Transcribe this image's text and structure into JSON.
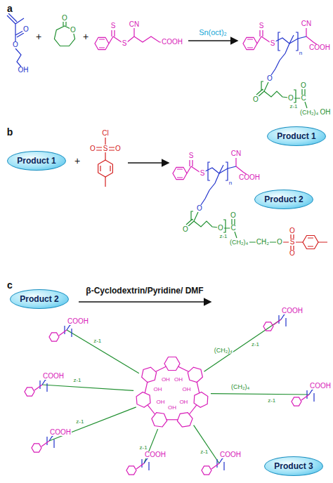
{
  "diagram": {
    "nodes": [
      {
        "text": [
          "Product 1"
        ]
      },
      {
        "text": [
          "Product 1"
        ]
      },
      {
        "text": [
          "Product 2"
        ]
      },
      {
        "text": [
          "Product 2"
        ]
      },
      {
        "text": [
          "Product 3"
        ]
      }
    ],
    "labels": [
      "a",
      "O",
      "O",
      "OH",
      "+",
      "O",
      "O",
      "+",
      "S",
      "S",
      "CN",
      "COOH",
      "Sn(oct)₂",
      "S",
      "S",
      "CN",
      "COOH",
      "n",
      "O",
      "O",
      "O",
      "z-1",
      "C",
      "O",
      "(CH₂)₄",
      "OH",
      "b",
      "+",
      "Cl",
      "O",
      "S",
      "O",
      "S",
      "S",
      "CN",
      "COOH",
      "n",
      "O",
      "O",
      "O",
      "z-1",
      "C",
      "O",
      "(CH₂)₄",
      "CH₂",
      "O",
      "O",
      "S",
      "O",
      "c",
      "β-Cyclodextrin/Pyridine/ DMF",
      "COOH",
      "z-1",
      "COOH",
      "z-1",
      "COOH",
      "z-1",
      "COOH",
      "z-1",
      "COOH",
      "z-1",
      "COOH",
      "z-1",
      "COOH",
      "z-1",
      "OH",
      "OH",
      "OH",
      "OH",
      "OH",
      "OH",
      "OH",
      "(CH₂)₄",
      "(CH₂)₄"
    ]
  }
}
